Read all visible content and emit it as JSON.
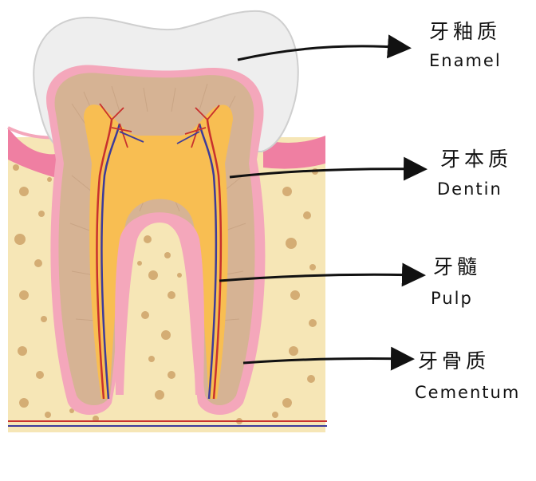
{
  "labels": [
    {
      "cn": "牙釉质",
      "en": "Enamel"
    },
    {
      "cn": "牙本质",
      "en": "Dentin"
    },
    {
      "cn": "牙髓",
      "en": "Pulp"
    },
    {
      "cn": "牙骨质",
      "en": "Cementum"
    }
  ],
  "colors": {
    "enamel": "#eeeeee",
    "dentin": "#d6b394",
    "pulp": "#f8be52",
    "cementum": "#f4a7bb",
    "gum": "#ef7fa2",
    "bone": "#f6e6b6",
    "bone_spots": "#c99a5f",
    "vessel_red": "#c8312e",
    "vessel_blue": "#3d3b9a"
  }
}
